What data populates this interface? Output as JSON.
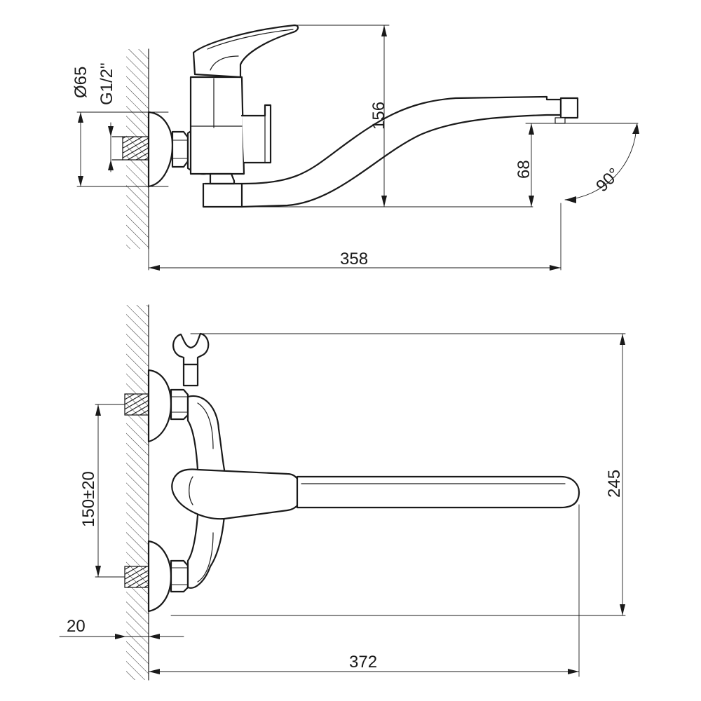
{
  "dimensions": {
    "top_diameter": "Ø65",
    "top_thread": "G1/2\"",
    "top_height": "156",
    "top_spout_height": "68",
    "top_angle": "90°",
    "top_length": "358",
    "bottom_inlet_spacing": "150±20",
    "bottom_height": "245",
    "bottom_offset": "20",
    "bottom_length": "372"
  }
}
